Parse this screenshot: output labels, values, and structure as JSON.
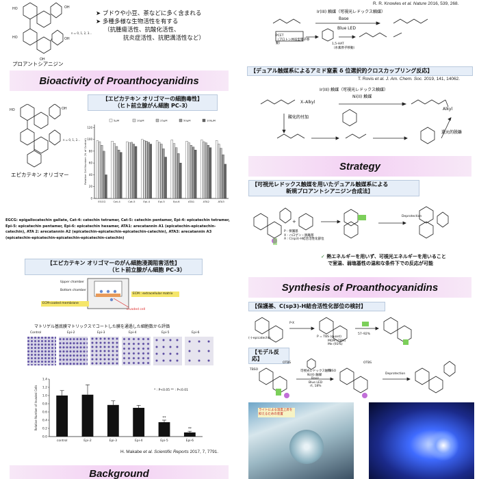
{
  "top_left": {
    "bullets": [
      "ブドウや小豆、茶などに多く含まれる",
      "多種多様な生物活性を有する"
    ],
    "bullet_sub": [
      "（抗腫瘍活性、抗酸化活性、",
      "抗炎症活性、抗肥満活性など）"
    ],
    "structure_caption": "プロアントシアニジン"
  },
  "bioactivity": {
    "banner": "Bioactivity of Proanthocyanidins",
    "box1_title_line1": "【エピカテキン オリゴマーの細胞毒性】",
    "box1_title_line2": "（ヒト前立腺がん細胞 PC-3）",
    "oligomer_caption": "エピカテキン オリゴマー",
    "abbrev_text": "EGCG: epigallocatechin gallate, Cat-4: catechin tetramer, Cat-5: catechin pentamer, Epi-4: epicatechin tetramer, Epi-5: epicatechin pentamer, Epi-6: epicatechin hexamer, ATA1: arecatannin A1 (epicatechin-epicatechin-catechin), ATA 2: arecatannin A2 (epicatechin-epicatechin-epicatechin-catechin), ATA3: arecatannin A3 (epicatechin-epicatechin-epicatechin-epicatechin-catechin)",
    "box2_title_line1": "【エピカテキン オリゴマーのがん細胞浸潤阻害活性】",
    "box2_title_line2": "（ヒト前立腺がん細胞 PC-3）",
    "assay_labels": {
      "upper": "Upper chamber",
      "bottom": "Bottom chamber",
      "ecm": "ECM : extracellular matrix",
      "membrane": "ECM-coated membrane",
      "invaded": "invaded cell"
    },
    "matrigel_caption": "マトリゲル基底膜マトリックスでコートした膜を通過した細胞数から評価",
    "photo_labels": [
      "Control",
      "Epi-2",
      "Epi-3",
      "Epi-4",
      "Epi-5",
      "Epi-6"
    ],
    "citation_author": "H. Makabe ",
    "citation_journal": "et al. Scientific Reports",
    "citation_rest": " 2017, 7, 7791.",
    "legend_sig": "* : P<0.05  ** : P<0.01"
  },
  "background_banner": "Background",
  "right_top": {
    "citation1_author": "R. R. Knowles ",
    "citation1_journal": "et al. Nature",
    "citation1_rest": " 2016, 539, 268.",
    "reaction_top": "Ir(III) 触媒（可視光レドックス触媒）",
    "reaction_base": "Base",
    "reaction_led": "Blue LED",
    "pcet_label": "PCET\n（プロトン共役型電子移動）",
    "hat_label": "1,5-HAT\n（水素原子移動）",
    "box_title": "【デュアル触媒系によるアミド窒素 δ 位選択的クロスカップリング反応】",
    "citation2_author": "T. Rovis ",
    "citation2_journal": "et al. J. Am. Chem. Soc.",
    "citation2_rest": " 2019, 141, 14062.",
    "reaction2_top": "Ir(III) 触媒（可視光レドックス触媒）",
    "reaction2_mid": "Ni(II) 触媒",
    "reaction2_reagent": "X–Alkyl",
    "reaction2_product": "Alkyl",
    "oxidative_label": "酸化的付加",
    "reductive_label": "還元的脱離"
  },
  "strategy": {
    "banner": "Strategy",
    "box_title_line1": "【可視光レドックス触媒を用いたデュアル触媒系による",
    "box_title_line2": "新規プロアントシアニジン合成法】",
    "deprotection": "Deprotection",
    "pg_note": [
      "P : 保護基",
      "X : ハロゲン・脱離基",
      "A : C(sp3)-H結合活性化部位"
    ],
    "check_text_line1": "熱エネルギーを用いず、可視光エネルギーを用いること",
    "check_text_line2": "で室温、弱塩基性の温和な条件下での反応が可能"
  },
  "synthesis": {
    "banner": "Synthesis of Proanthocyanidins",
    "box1_title": "【保護基、C(sp3)-H結合活性化部位の検討】",
    "epicatechin_label": "(-)-epicatechin",
    "conditions1": [
      "P = TBS (quant)",
      "MOM (78%)",
      "Me (93%)"
    ],
    "yield1": "57–92%",
    "pr_base": "P-X",
    "box2_title": "【モデル反応】",
    "otbs": "OTBS",
    "tbso": "TBSO",
    "conditions2": [
      "可視光レドックス触媒",
      "Ni(II) 触媒",
      "Base",
      "Blue LED",
      "rt, 18%"
    ],
    "photo_caption": "ライトによる温度上昇を抑えるための装置"
  },
  "chart_data": [
    {
      "type": "bar",
      "title": "",
      "categories": [
        "EGCG",
        "Cat-4",
        "Cat-5",
        "Epi-4",
        "Epi-5",
        "Epi-6",
        "ATA1",
        "ATA2",
        "ATA3"
      ],
      "series": [
        {
          "name": "5μM",
          "values": [
            98,
            97,
            96,
            100,
            98,
            99,
            97,
            99,
            98
          ]
        },
        {
          "name": "10μM",
          "values": [
            96,
            93,
            94,
            98,
            95,
            93,
            94,
            96,
            92
          ]
        },
        {
          "name": "25μM",
          "values": [
            90,
            88,
            95,
            97,
            92,
            86,
            90,
            94,
            85
          ]
        },
        {
          "name": "50μM",
          "values": [
            80,
            82,
            92,
            95,
            84,
            76,
            87,
            90,
            74
          ]
        },
        {
          "name": "100μM",
          "values": [
            40,
            78,
            88,
            92,
            70,
            60,
            82,
            86,
            58
          ]
        }
      ],
      "ylabel": "Relative Cell Number (% of Control)",
      "ylim": [
        0,
        125
      ],
      "yticks": [
        0,
        20,
        40,
        60,
        80,
        100,
        120
      ]
    },
    {
      "type": "bar",
      "title": "",
      "categories": [
        "control",
        "Epi-2",
        "Epi-3",
        "Epi-4",
        "Epi-5",
        "Epi-6"
      ],
      "values": [
        1.0,
        1.02,
        0.77,
        0.7,
        0.35,
        0.1
      ],
      "errors": [
        0.12,
        0.24,
        0.1,
        0.06,
        0.05,
        0.03
      ],
      "ylabel": "Relative Number of Invaded Cells",
      "ylim": [
        0,
        1.4
      ],
      "yticks": [
        0,
        0.2,
        0.4,
        0.6,
        0.8,
        1.0,
        1.2,
        1.4
      ],
      "significance": [
        "",
        "",
        "",
        "",
        "**",
        "**"
      ]
    }
  ],
  "colors": {
    "banner_pink": "#f4d4f4",
    "box_blue": "#e6eef8",
    "green_box": "#7ccf5a",
    "purple_dot": "#c16fd8",
    "yellow_label": "#f5e66a"
  }
}
